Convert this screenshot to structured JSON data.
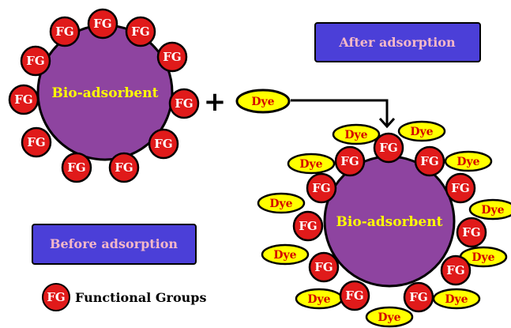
{
  "labels": {
    "fg": "FG",
    "dye": "Dye",
    "bio_adsorbent": "Bio-adsorbent",
    "plus": "+",
    "after_adsorption": "After adsorption",
    "before_adsorption": "Before adsorption",
    "legend_text": "Functional Groups"
  },
  "colors": {
    "core": "#8e44a0",
    "core_stroke": "#000000",
    "fg_fill": "#e01a1a",
    "fg_stroke": "#000000",
    "dye_fill": "#ffff00",
    "dye_text": "#d40000",
    "box_fill": "#4b3fd8",
    "box_text": "#f4b8c8",
    "core_text": "#ffff00"
  }
}
